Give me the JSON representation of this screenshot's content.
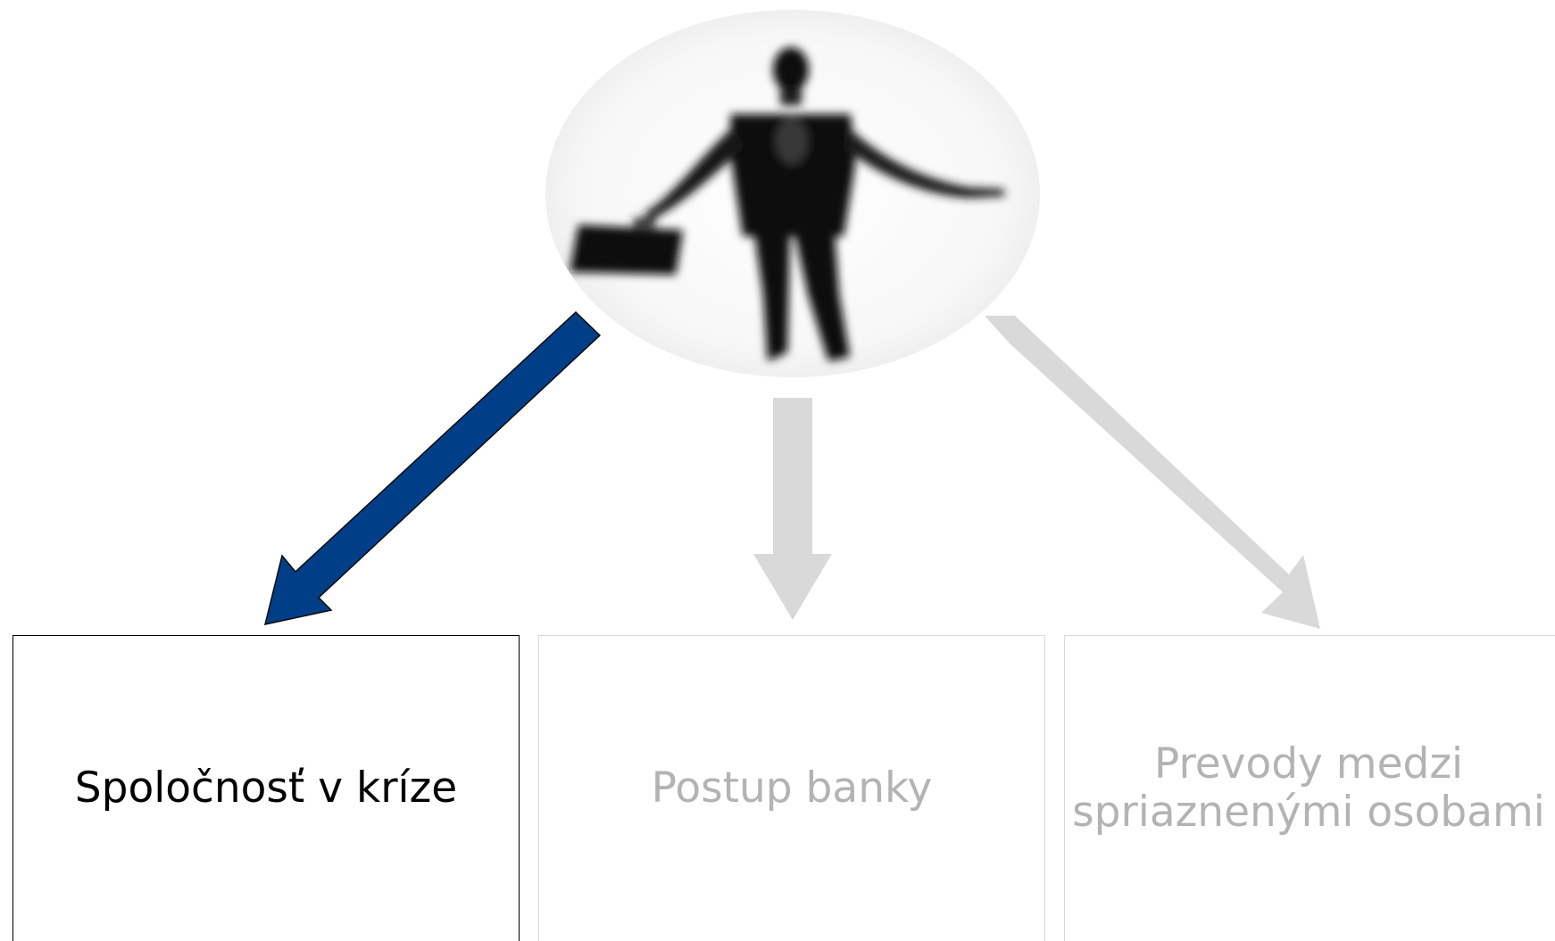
{
  "figure": {
    "description_icon": "businessman-silhouette-icon"
  },
  "options": [
    {
      "label": "Spoločnosť v kríze",
      "state": "active"
    },
    {
      "label": "Postup banky",
      "state": "inactive"
    },
    {
      "label": "Prevody medzi spriaznenými osobami",
      "state": "inactive"
    }
  ],
  "colors": {
    "active_arrow": "#003f87",
    "inactive_arrow": "#d9d9d9",
    "active_text": "#000000",
    "inactive_text": "#b3b3b3"
  }
}
